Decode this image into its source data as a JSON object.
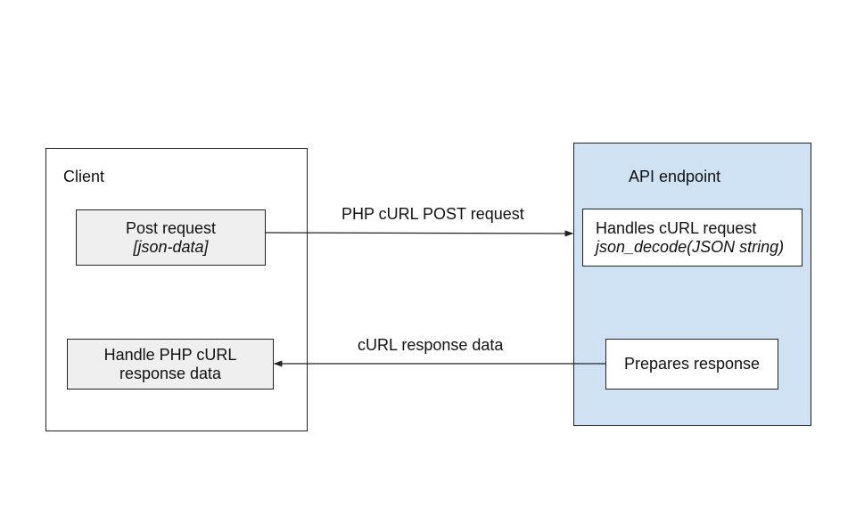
{
  "colors": {
    "api_fill": "#cfe2f3",
    "client_inner_fill": "#efefef",
    "api_inner_fill": "#ffffff",
    "stroke": "#222222"
  },
  "client": {
    "title": "Client",
    "post_box": {
      "line1": "Post request",
      "line2": "[json-data]"
    },
    "handle_box": {
      "line1": "Handle PHP cURL",
      "line2": "response data"
    }
  },
  "api": {
    "title": "API endpoint",
    "handles_box": {
      "line1": "Handles cURL request",
      "line2": "json_decode(JSON string)"
    },
    "prepares_box": {
      "line1": "Prepares response"
    }
  },
  "arrows": {
    "request_label": "PHP cURL POST request",
    "response_label": "cURL response data"
  }
}
